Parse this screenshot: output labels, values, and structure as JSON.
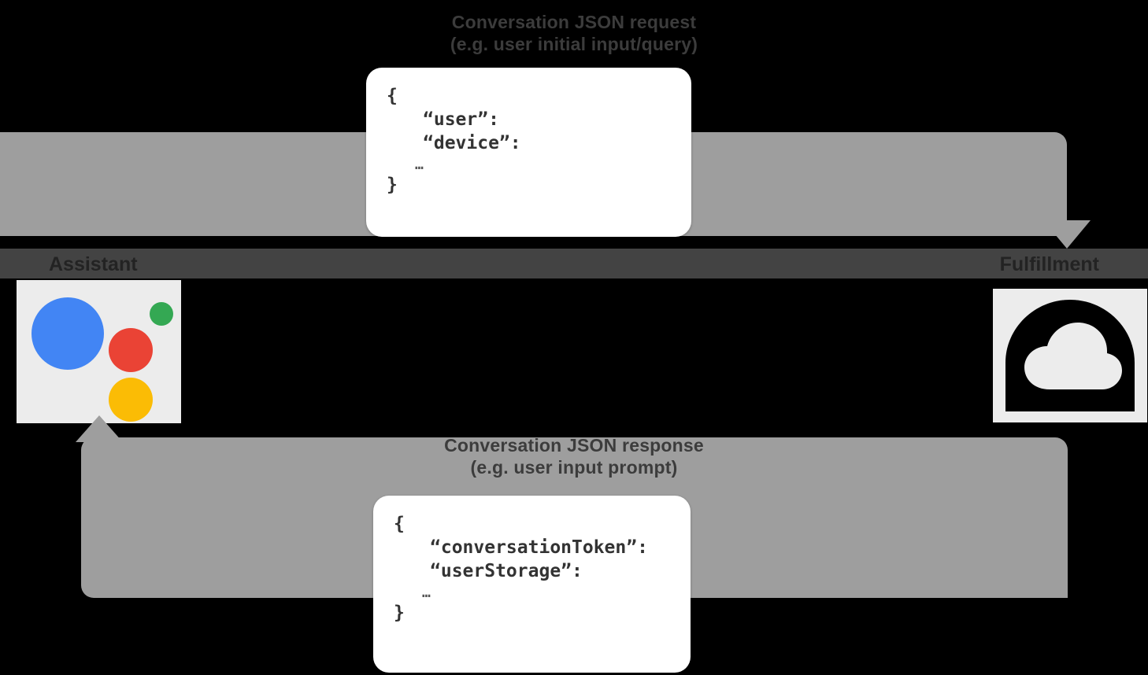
{
  "diagram": {
    "title_top": {
      "line1": "Conversation JSON request",
      "line2": "(e.g. user initial input/query)"
    },
    "title_bottom": {
      "line1": "Conversation JSON response",
      "line2": "(e.g. user input prompt)"
    },
    "lane_labels": {
      "left": "Assistant",
      "right": "Fulfillment"
    },
    "endpoints": {
      "left_icon": "google-assistant-icon",
      "right_icon": "cloud-functions-icon"
    },
    "request_payload": {
      "open_brace": "{",
      "keys": [
        "“user”:",
        "“device”:"
      ],
      "ellipsis": "…",
      "close_brace": "}"
    },
    "response_payload": {
      "open_brace": "{",
      "keys": [
        "“conversationToken”:",
        "“userStorage”:"
      ],
      "ellipsis": "…",
      "close_brace": "}"
    },
    "colors": {
      "background": "#000000",
      "arrow": "#9e9e9e",
      "band": "#434343",
      "tile": "#ececec",
      "card": "#ffffff",
      "assistant_blue": "#4285F4",
      "assistant_red": "#EA4335",
      "assistant_yellow": "#FBBC05",
      "assistant_green": "#34A853"
    }
  }
}
